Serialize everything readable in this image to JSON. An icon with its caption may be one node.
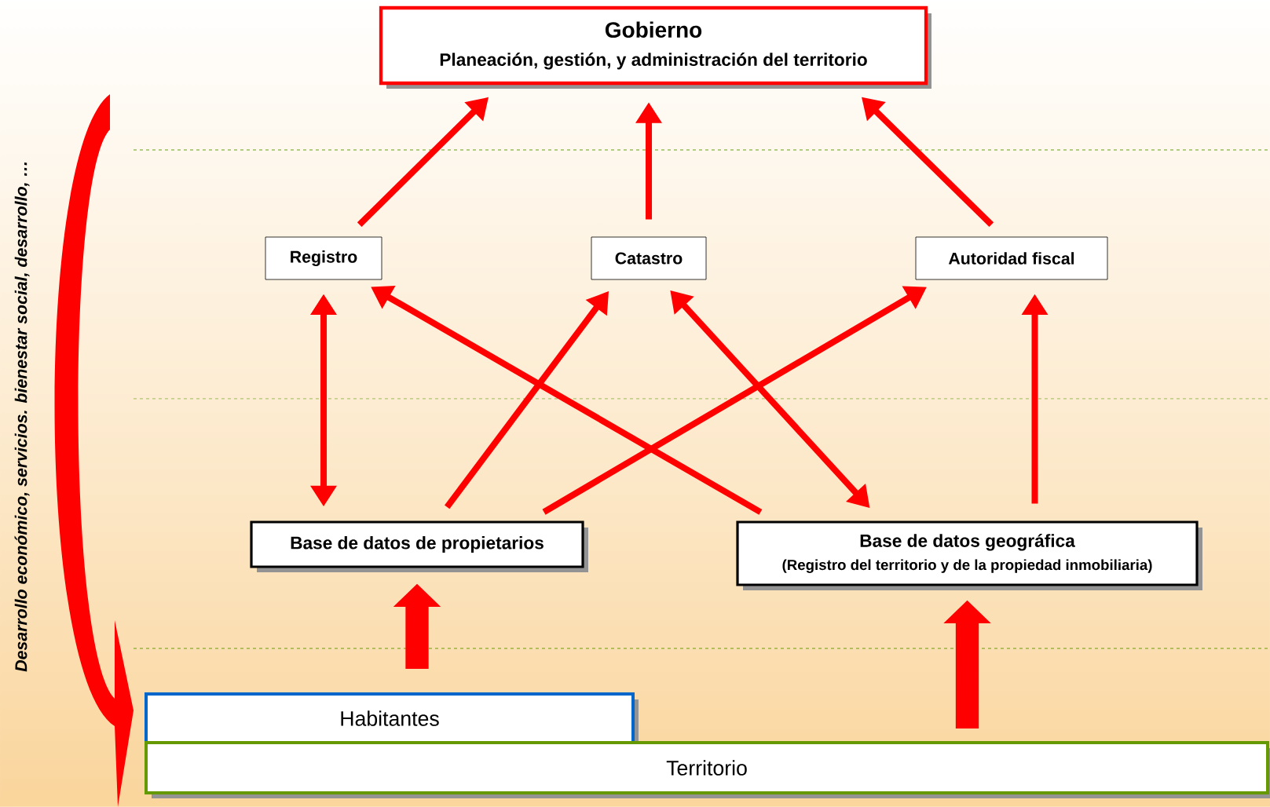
{
  "diagram": {
    "nodes": [
      {
        "text": [
          "Gobierno",
          "Planeación, gestión, y administración del territorio"
        ]
      },
      {
        "text": [
          "Registro"
        ]
      },
      {
        "text": [
          "Catastro"
        ]
      },
      {
        "text": [
          "Autoridad fiscal"
        ]
      },
      {
        "text": [
          "Base de datos de propietarios"
        ]
      },
      {
        "text": [
          "Base de datos geográfica",
          "(Registro del territorio y de la propiedad inmobiliaria)"
        ]
      },
      {
        "text": [
          "Habitantes"
        ]
      },
      {
        "text": [
          "Territorio"
        ]
      }
    ],
    "edges": [
      {
        "from": 1,
        "to": 0,
        "arrow": "to"
      },
      {
        "from": 2,
        "to": 0,
        "arrow": "to"
      },
      {
        "from": 3,
        "to": 0,
        "arrow": "to"
      },
      {
        "from": 1,
        "to": 4,
        "arrow": "both"
      },
      {
        "from": 5,
        "to": 1,
        "arrow": "to"
      },
      {
        "from": 4,
        "to": 2,
        "arrow": "to"
      },
      {
        "from": 2,
        "to": 5,
        "arrow": "both"
      },
      {
        "from": 4,
        "to": 3,
        "arrow": "to"
      },
      {
        "from": 5,
        "to": 3,
        "arrow": "to"
      },
      {
        "from": 6,
        "to": 4,
        "arrow": "to",
        "style": "thick"
      },
      {
        "from": 7,
        "to": 5,
        "arrow": "to",
        "style": "thick"
      }
    ],
    "labels": [
      "Desarrollo económico, servicios. bienestar social, desarrollo, …"
    ]
  }
}
